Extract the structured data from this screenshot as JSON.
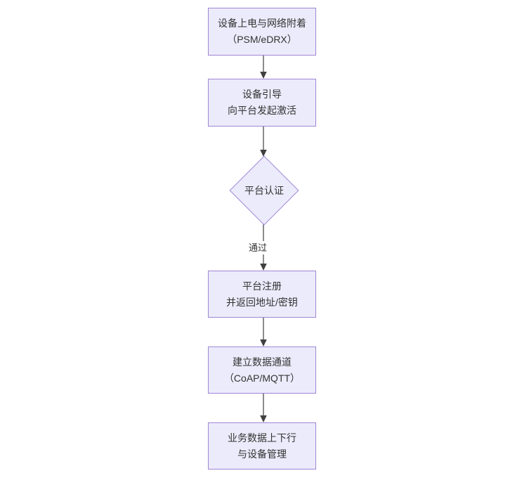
{
  "diagram": {
    "type": "flowchart",
    "orientation": "top-to-bottom",
    "background_color": "#ffffff",
    "node_fill_color": "#ecebfb",
    "node_border_color": "#9f86d4",
    "text_color": "#333333",
    "connector_color": "#404040",
    "nodes": [
      {
        "id": "n1",
        "shape": "rectangle",
        "lines": [
          "设备上电与网络附着",
          "（PSM/eDRX）"
        ]
      },
      {
        "id": "n2",
        "shape": "rectangle",
        "lines": [
          "设备引导",
          "向平台发起激活"
        ]
      },
      {
        "id": "n3",
        "shape": "diamond",
        "lines": [
          "平台认证"
        ]
      },
      {
        "id": "n4",
        "shape": "rectangle",
        "lines": [
          "平台注册",
          "并返回地址/密钥"
        ]
      },
      {
        "id": "n5",
        "shape": "rectangle",
        "lines": [
          "建立数据通道",
          "（CoAP/MQTT）"
        ]
      },
      {
        "id": "n6",
        "shape": "rectangle",
        "lines": [
          "业务数据上下行",
          "与设备管理"
        ]
      }
    ],
    "edges": [
      {
        "from": "n1",
        "to": "n2",
        "label": ""
      },
      {
        "from": "n2",
        "to": "n3",
        "label": ""
      },
      {
        "from": "n3",
        "to": "n4",
        "label": "通过"
      },
      {
        "from": "n4",
        "to": "n5",
        "label": ""
      },
      {
        "from": "n5",
        "to": "n6",
        "label": ""
      }
    ]
  }
}
